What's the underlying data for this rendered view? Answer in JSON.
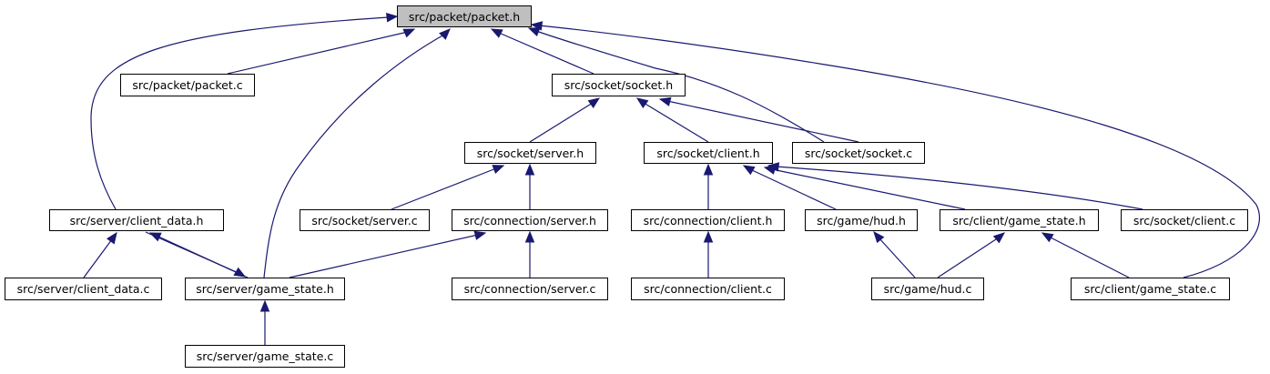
{
  "colors": {
    "edge": "#191970",
    "root_fill": "#bfbfbf",
    "node_fill": "#ffffff",
    "border": "#000000"
  },
  "nodes": {
    "packet_h": "src/packet/packet.h",
    "client_data_h": "src/server/client_data.h",
    "packet_c": "src/packet/packet.c",
    "server_game_state_h": "src/server/game_state.h",
    "socket_h": "src/socket/socket.h",
    "socket_c": "src/socket/socket.c",
    "client_game_state_c": "src/client/game_state.c",
    "socket_server_h": "src/socket/server.h",
    "socket_client_h": "src/socket/client.h",
    "client_data_c": "src/server/client_data.c",
    "server_game_state_c": "src/server/game_state.c",
    "socket_server_c": "src/socket/server.c",
    "connection_server_h": "src/connection/server.h",
    "connection_server_c": "src/connection/server.c",
    "connection_client_h": "src/connection/client.h",
    "hud_h": "src/game/hud.h",
    "client_game_state_h": "src/client/game_state.h",
    "socket_client_c": "src/socket/client.c",
    "connection_client_c": "src/connection/client.c",
    "hud_c": "src/game/hud.c"
  }
}
